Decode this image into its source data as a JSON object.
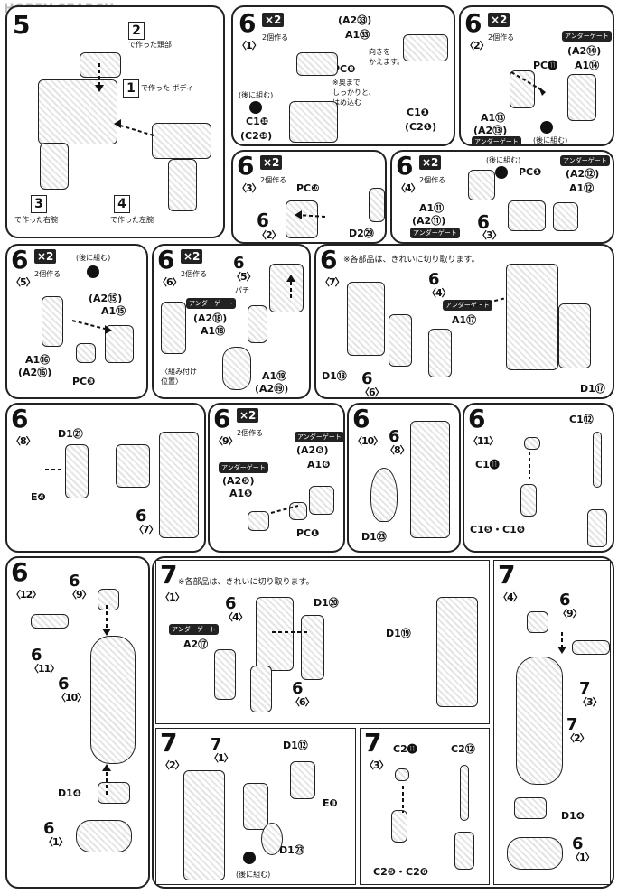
{
  "watermark": "HOBBY SEARCH",
  "panels": {
    "p5": {
      "step": "5",
      "labels": {
        "head": "2",
        "head_t": "で作った頭部",
        "body": "1",
        "body_t": "で作った\nボディ",
        "right": "3",
        "right_t": "で作った右腕",
        "left": "4",
        "left_t": "で作った左腕"
      }
    },
    "p6_1": {
      "step": "6",
      "sub": "〈1〉",
      "x2": "×2",
      "x2n": "2個作る",
      "a2": "(A2㉝)",
      "a1": "A1㉝",
      "note": "向きを\nかえます。",
      "pc": "PC❽",
      "pc_note": "※奥まで\nしっかりと、\nはめ込む",
      "c1": "C1❿",
      "c2": "(C2❿)",
      "c1b": "C1❶",
      "c2b": "(C2❶)",
      "back": "(後に組む)"
    },
    "p6_2": {
      "step": "6",
      "sub": "〈2〉",
      "x2": "×2",
      "x2n": "2個作る",
      "under": "アンダーゲート",
      "a2": "(A2⑭)",
      "pc": "PC⓫",
      "a1": "A1⑭",
      "a1b": "A1⑬",
      "a2b": "(A2⑬)",
      "under2": "アンダーゲート",
      "back": "(後に組む)"
    },
    "p6_3": {
      "step": "6",
      "sub": "〈3〉",
      "x2": "×2",
      "x2n": "2個作る",
      "pc": "PC❿",
      "ref": "6",
      "ref_sub": "〈2〉",
      "d2": "D2㉙"
    },
    "p6_4": {
      "step": "6",
      "sub": "〈4〉",
      "x2": "×2",
      "x2n": "2個作る",
      "pc": "PC❶",
      "under": "アンダーゲート",
      "a2": "(A2⑫)",
      "a1": "A1⑫",
      "a1b": "A1⑪",
      "a2b": "(A2⑪)",
      "under2": "アンダーゲート",
      "ref": "6",
      "ref_sub": "〈3〉",
      "back": "(後に組む)"
    },
    "p6_5": {
      "step": "6",
      "sub": "〈5〉",
      "x2": "×2",
      "x2n": "2個作る",
      "back": "(後に組む)",
      "a2": "(A2⑮)",
      "a1": "A1⑮",
      "a1b": "A1⑯",
      "a2b": "(A2⑯)",
      "pc": "PC❸"
    },
    "p6_6": {
      "step": "6",
      "sub": "〈6〉",
      "x2": "×2",
      "x2n": "2個作る",
      "ref": "6",
      "ref_sub": "〈5〉",
      "under": "アンダーゲート",
      "a2": "(A2⑱)",
      "a1": "A1⑱",
      "snap": "パチ",
      "pos": "〈組み付け\n位置〉",
      "a1b": "A1⑲",
      "a2b": "(A2⑲)"
    },
    "p6_7": {
      "step": "6",
      "sub": "〈7〉",
      "note": "※各部品は、きれいに切り取ります。",
      "ref": "6",
      "ref_sub": "〈4〉",
      "under": "アンダーゲート",
      "a1": "A1⑰",
      "d1": "D1⑱",
      "ref2": "6",
      "ref2_sub": "〈6〉",
      "d1b": "D1⑰"
    },
    "p6_8": {
      "step": "6",
      "sub": "〈8〉",
      "d1": "D1㉑",
      "e": "E❹",
      "ref": "6",
      "ref_sub": "〈7〉"
    },
    "p6_9": {
      "step": "6",
      "sub": "〈9〉",
      "x2": "×2",
      "x2n": "2個作る",
      "under": "アンダーゲート",
      "a2": "(A2❻)",
      "a1": "A1❻",
      "under2": "アンダーゲート",
      "a2b": "(A2❺)",
      "a1b": "A1❺",
      "pc": "PC❶"
    },
    "p6_10": {
      "step": "6",
      "sub": "〈10〉",
      "ref": "6",
      "ref_sub": "〈8〉",
      "d1": "D1㉓"
    },
    "p6_11": {
      "step": "6",
      "sub": "〈11〉",
      "c1": "C1⑫",
      "c1b": "C1⓫",
      "c15": "C1❺・C1❻"
    },
    "p6_12": {
      "step": "6",
      "sub": "〈12〉",
      "ref_a": "6",
      "ref_a_sub": "〈9〉",
      "ref_b": "6",
      "ref_b_sub": "〈11〉",
      "ref_c": "6",
      "ref_c_sub": "〈10〉",
      "d1": "D1❹",
      "ref_d": "6",
      "ref_d_sub": "〈1〉"
    },
    "p7_1": {
      "step": "7",
      "sub": "〈1〉",
      "note": "※各部品は、きれいに切り取ります。",
      "ref": "6",
      "ref_sub": "〈4〉",
      "d1": "D1⑳",
      "under": "アンダーゲート",
      "a2": "A2⑰",
      "ref2": "6",
      "ref2_sub": "〈6〉",
      "d1b": "D1⑲"
    },
    "p7_2": {
      "step": "7",
      "sub": "〈2〉",
      "ref": "7",
      "ref_sub": "〈1〉",
      "d1": "D1⑫",
      "e": "E❸",
      "d1b": "D1㉓",
      "back": "(後に組む)"
    },
    "p7_3": {
      "step": "7",
      "sub": "〈3〉",
      "c2": "C2⓫",
      "c2b": "C2⑫",
      "c25": "C2❺・C2❻"
    },
    "p7_4": {
      "step": "7",
      "sub": "〈4〉",
      "ref_a": "6",
      "ref_a_sub": "〈9〉",
      "ref_b": "7",
      "ref_b_sub": "〈3〉",
      "ref_c": "7",
      "ref_c_sub": "〈2〉",
      "d1": "D1❹",
      "ref_d": "6",
      "ref_d_sub": "〈1〉"
    }
  },
  "colors": {
    "ink": "#222222",
    "screen": "#e4e4e4",
    "paper": "#ffffff"
  },
  "icons": [
    "arrow-icon",
    "dot-marker-icon",
    "triangle-marker-icon"
  ]
}
